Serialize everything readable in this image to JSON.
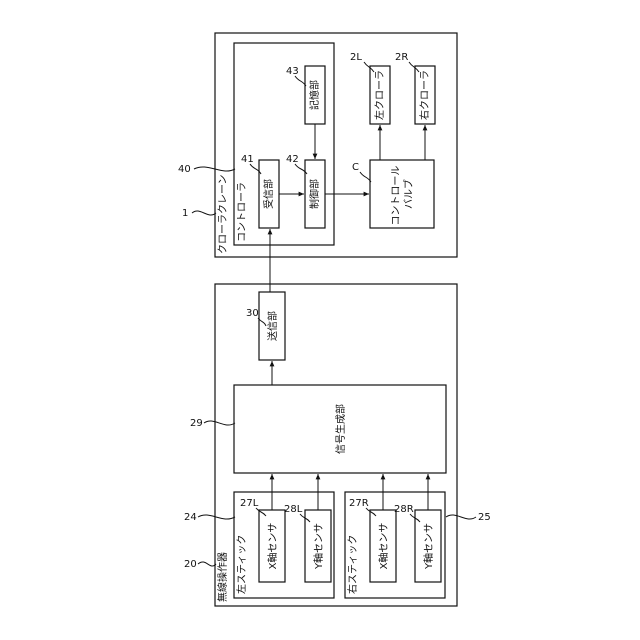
{
  "crawler_crane": {
    "title": "クローラクレーン",
    "ref": "1",
    "controller": {
      "title": "コントローラ",
      "ref": "40",
      "receiver": {
        "label": "受信部",
        "ref": "41"
      },
      "control_unit": {
        "label": "制御部",
        "ref": "42"
      },
      "storage": {
        "label": "記憶部",
        "ref": "43"
      }
    },
    "control_valve": {
      "label": "コントロール\nバルブ",
      "ref": "C"
    },
    "left_crawler": {
      "label": "左クローラ",
      "ref": "2L"
    },
    "right_crawler": {
      "label": "右クローラ",
      "ref": "2R"
    }
  },
  "wireless_operator": {
    "title": "無線操作器",
    "ref": "20",
    "transmitter": {
      "label": "送信部",
      "ref": "30"
    },
    "signal_generator": {
      "label": "信号生成部",
      "ref": "29"
    },
    "left_stick": {
      "title": "左スティック",
      "ref": "24",
      "x_sensor": {
        "label": "X軸センサ",
        "ref": "27L"
      },
      "y_sensor": {
        "label": "Y軸センサ",
        "ref": "28L"
      }
    },
    "right_stick": {
      "title": "右スティック",
      "ref": "25",
      "x_sensor": {
        "label": "X軸センサ",
        "ref": "27R"
      },
      "y_sensor": {
        "label": "Y軸センサ",
        "ref": "28R"
      }
    }
  }
}
